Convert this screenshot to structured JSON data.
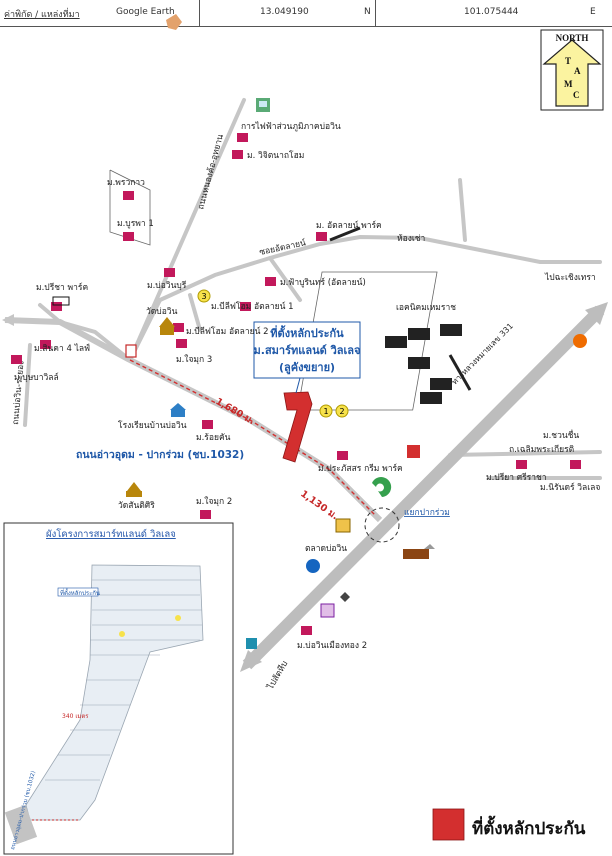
{
  "header": {
    "type_label": "ค่าพิกัด / แหล่งที่มา",
    "source": "Google Earth",
    "latitude": "13.049190",
    "lat_unit": "N",
    "longitude": "101.075444",
    "lon_unit": "E"
  },
  "compass": {
    "north": "NORTH",
    "t": "T",
    "a": "A",
    "m": "M",
    "c": "C"
  },
  "main_label": {
    "title": "ที่ตั้งหลักประกัน",
    "line2": "ม.สมาร์ทแลนด์ วิลเลจ",
    "line3": "(ลูคังขยาย)"
  },
  "roads": {
    "main_road": "ถนนอ่าวอุดม - ปากร่วม (ชบ.1032)",
    "highway": "ทางหลวงหมายเลข 331",
    "to_chachoengsao": "ไปฉะเชิงเทรา",
    "to_sattahip": "ไปสัตหีบ",
    "intersection": "แยกปากร่วม",
    "nongkho_road": "ถนนหนองค้อ-อุทยาน",
    "bowin_road": "ถนนบ่อวิน-ระยอง",
    "soi_atlan": "ซอยอัตลายน์"
  },
  "distances": {
    "d1": "1,680 ม.",
    "d2": "1,130 ม."
  },
  "places": {
    "pea": "การไฟฟ้าส่วนภูมิภาคบ่อวิน",
    "vichanawin": "ม. วิจิตนาถโฮม",
    "phrawao": "ม.พรวกาว",
    "burapha": "ม.บูรพา 1",
    "bowinburi": "ม.บ่อวินบุรี",
    "wat_bowin": "วัดบ่อวิน",
    "atlan_park": "ม. อัตลายน์ พาร์ค",
    "fuengfa": "ม.ฟ้าบูรินทร์ (อัตลายน์)",
    "nongkho": "ห้องเช่า",
    "estate": "เอคนิคมเหมราช",
    "bingo_home1": "ม.บีลีฟโฮม อัตลายน์ 1",
    "bingo_home2": "ม.บีลีฟโฮม อัตลายน์ 2",
    "parisa": "ม.ปรีชา พาร์ค",
    "sinkha": "ม.สินคา 4 ไลฟ์",
    "bowin_villa": "ม.บุษบาวิลล์",
    "jaimuk3": "ม.ใจมุก 3",
    "bowin_school": "โรงเรียนบ้านบ่อวิน",
    "roiku": "ม.ร้อยคัน",
    "wat_sansiri": "วัดสันติศิริ",
    "jaimuk2": "ม.ใจมุก 2",
    "pracha": "ม.ประภัสสร กรีม พาร์ค",
    "bowin_market": "ตลาดบ่อวิน",
    "chuanchuen": "ม.ชวนชื่น",
    "chalermprakiat": "ถ.เฉลิมพระเกียรติ",
    "preeya": "ม.ปรียา ศรีราชา",
    "nirun": "ม.นิรันดร์ วิลเลจ",
    "bowin_muangthong": "ม.บ่อวินเมืองทอง 2"
  },
  "badges": {
    "b1": "1",
    "b2": "2",
    "b3": "3"
  },
  "inset": {
    "title": "ผังโครงการสมาร์ทแลนด์ วิลเลจ",
    "marker_label": "ที่ตั้งหลักประกัน",
    "distance": "340 เมตร",
    "road": "ถนนอ่าวอุดม-ปากร่วม (ชบ.1032)"
  },
  "legend": {
    "label": "ที่ตั้งหลักประกัน"
  },
  "colors": {
    "road": "#c6c6c6",
    "highway": "#bdbdbd",
    "red_route": "#d32f2f",
    "collateral": "#d32f2f",
    "label_blue": "#1f58a8",
    "compass_fill": "#fbf3a0"
  }
}
